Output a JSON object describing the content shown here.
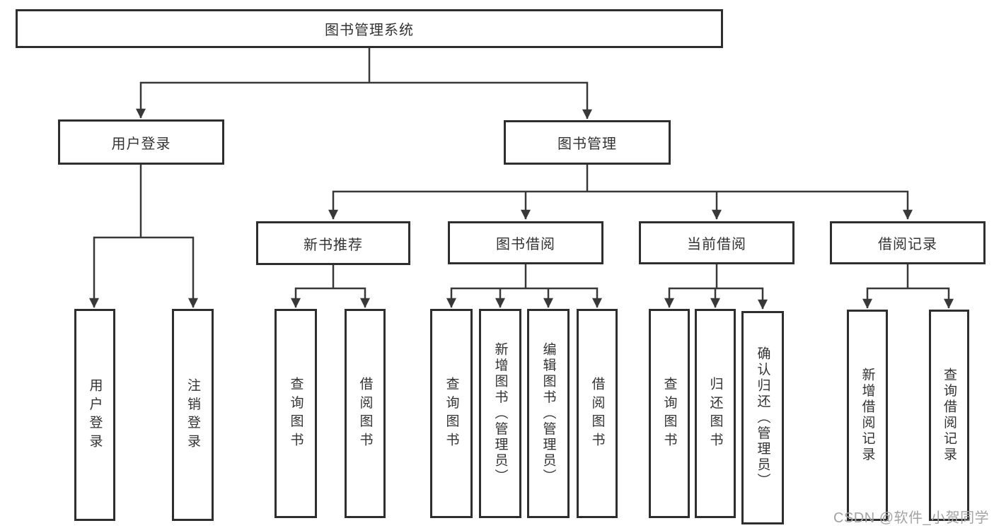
{
  "colors": {
    "line": "#383838",
    "box_border": "#2e2e2e",
    "text": "#333333",
    "watermark": "#a3a3a3",
    "background": "#ffffff"
  },
  "watermark": {
    "text": "CSDN @软件_小贺同学"
  },
  "tree": {
    "label": "图书管理系统",
    "children": [
      {
        "label": "用户登录",
        "children": [
          {
            "label": "用户登录"
          },
          {
            "label": "注销登录"
          }
        ]
      },
      {
        "label": "图书管理",
        "children": [
          {
            "label": "新书推荐",
            "children": [
              {
                "label": "查询图书"
              },
              {
                "label": "借阅图书"
              }
            ]
          },
          {
            "label": "图书借阅",
            "children": [
              {
                "label": "查询图书"
              },
              {
                "label": "新增图书（管理员）"
              },
              {
                "label": "编辑图书（管理员）"
              },
              {
                "label": "借阅图书"
              }
            ]
          },
          {
            "label": "当前借阅",
            "children": [
              {
                "label": "查询图书"
              },
              {
                "label": "归还图书"
              },
              {
                "label": "确认归还（管理员）"
              }
            ]
          },
          {
            "label": "借阅记录",
            "children": [
              {
                "label": "新增借阅记录"
              },
              {
                "label": "查询借阅记录"
              }
            ]
          }
        ]
      }
    ]
  }
}
